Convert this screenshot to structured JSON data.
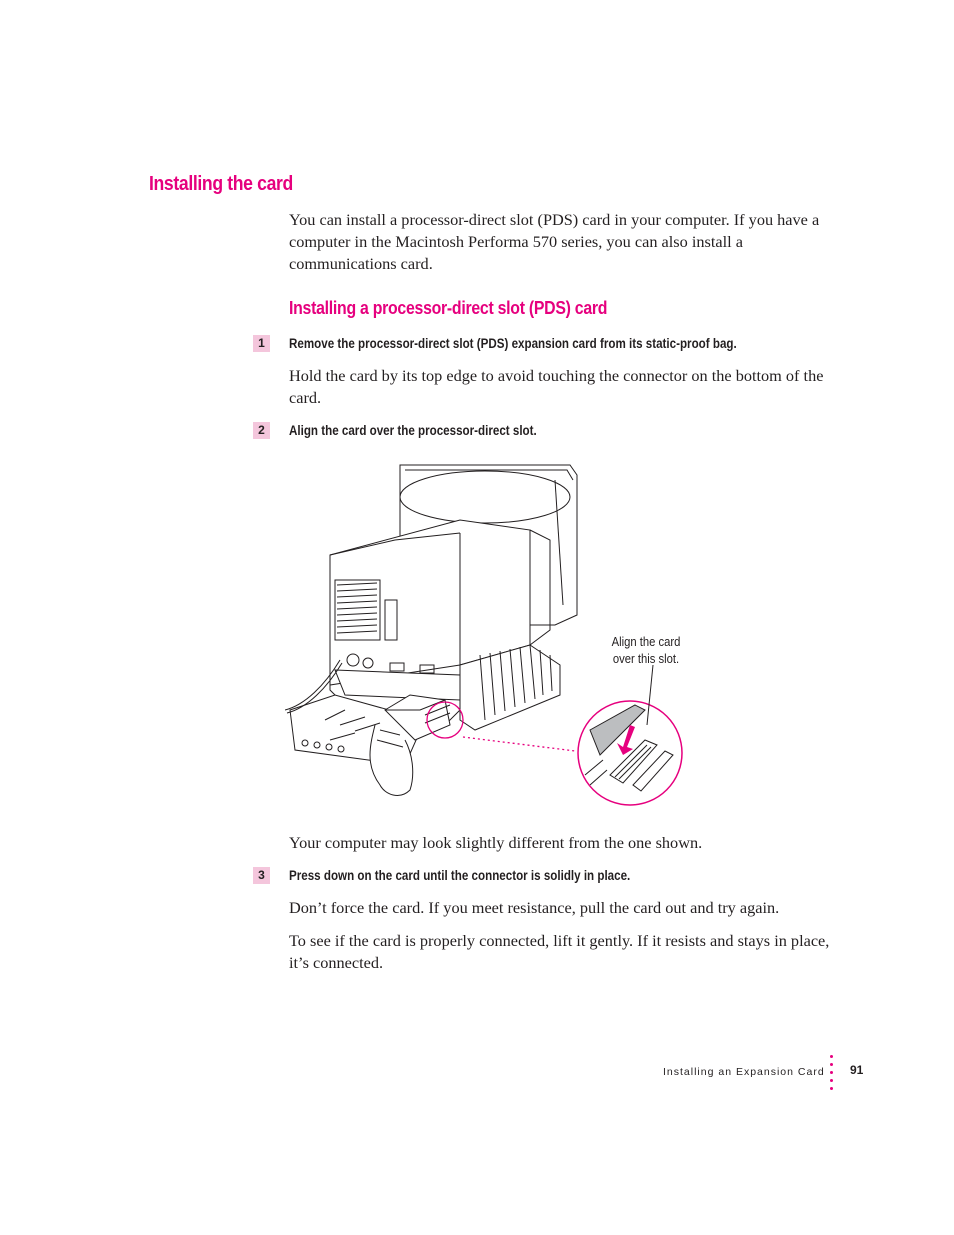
{
  "section": {
    "title": "Installing the card",
    "intro": "You can install a processor-direct slot (PDS) card in your computer. If you have a computer in the Macintosh Performa 570 series, you can also install a communications card."
  },
  "subsection": {
    "title": "Installing a processor-direct slot (PDS) card"
  },
  "steps": [
    {
      "number": "1",
      "instruction": "Remove the processor-direct slot (PDS) expansion card from its static-proof bag.",
      "detail": "Hold the card by its top edge to avoid touching the connector on the bottom of the card."
    },
    {
      "number": "2",
      "instruction": "Align the card over the processor-direct slot."
    },
    {
      "number": "3",
      "instruction": "Press down on the card until the connector is solidly in place.",
      "detail": "Don’t force the card. If you meet resistance, pull the card out and try again.",
      "detail2": "To see if the card is properly connected, lift it gently. If it resists and stays in place, it’s connected."
    }
  ],
  "figure": {
    "callout_line1": "Align the card",
    "callout_line2": "over this slot.",
    "caption": "Your computer may look slightly different from the one shown."
  },
  "footer": {
    "chapter": "Installing an Expansion Card",
    "page_number": "91"
  },
  "colors": {
    "accent": "#e6007e",
    "step_badge": "#f4c6dc"
  }
}
